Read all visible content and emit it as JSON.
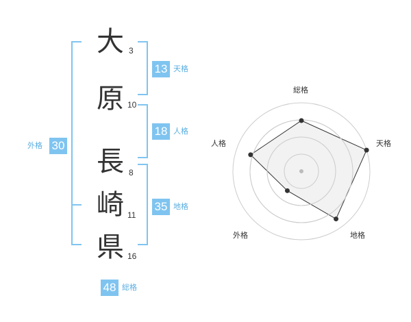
{
  "characters": [
    {
      "char": "大",
      "strokes": "3"
    },
    {
      "char": "原",
      "strokes": "10"
    },
    {
      "char": "長",
      "strokes": "8"
    },
    {
      "char": "崎",
      "strokes": "11"
    },
    {
      "char": "県",
      "strokes": "16"
    }
  ],
  "kakusu": {
    "tenkaku": {
      "value": "13",
      "label": "天格"
    },
    "jinkaku": {
      "value": "18",
      "label": "人格"
    },
    "chikaku": {
      "value": "35",
      "label": "地格"
    },
    "gaikaku": {
      "value": "30",
      "label": "外格"
    },
    "soukaku": {
      "value": "48",
      "label": "総格"
    }
  },
  "radar": {
    "labels": {
      "soukaku": "総格",
      "tenkaku": "天格",
      "chikaku": "地格",
      "gaikaku": "外格",
      "jinkaku": "人格"
    },
    "levels": 4,
    "scores": {
      "soukaku": 0.74,
      "tenkaku": 1.0,
      "chikaku": 0.86,
      "gaikaku": 0.35,
      "jinkaku": 0.78
    },
    "colors": {
      "ring_fill": "#f0f0f0",
      "ring_stroke": "#cccccc",
      "line": "#333333",
      "point": "#333333",
      "center": "#bbbbbb"
    }
  },
  "colors": {
    "accent": "#7fc4f0",
    "bracket": "#7fc4f0",
    "text": "#333333"
  }
}
